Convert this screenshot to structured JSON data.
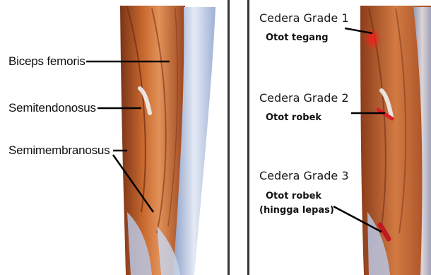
{
  "left_panel": {
    "labels": [
      {
        "text": "Biceps femoris"
      },
      {
        "text": "Semitendonosus"
      },
      {
        "text": "Semimembranosus"
      }
    ]
  },
  "right_panel": {
    "grades": [
      {
        "title": "Cedera Grade 1",
        "desc": "Otot tegang",
        "desc2": ""
      },
      {
        "title": "Cedera Grade 2",
        "desc": "Otot robek",
        "desc2": ""
      },
      {
        "title": "Cedera Grade 3",
        "desc": "Otot robek",
        "desc2": "(hingga lepas)"
      }
    ]
  },
  "colors": {
    "muscle_dark": "#8a3e1c",
    "muscle_mid": "#c2622e",
    "muscle_light": "#dd8a52",
    "tendon": "#c9d3e8",
    "injury_red": "#d81f2a",
    "divider": "#333333"
  }
}
